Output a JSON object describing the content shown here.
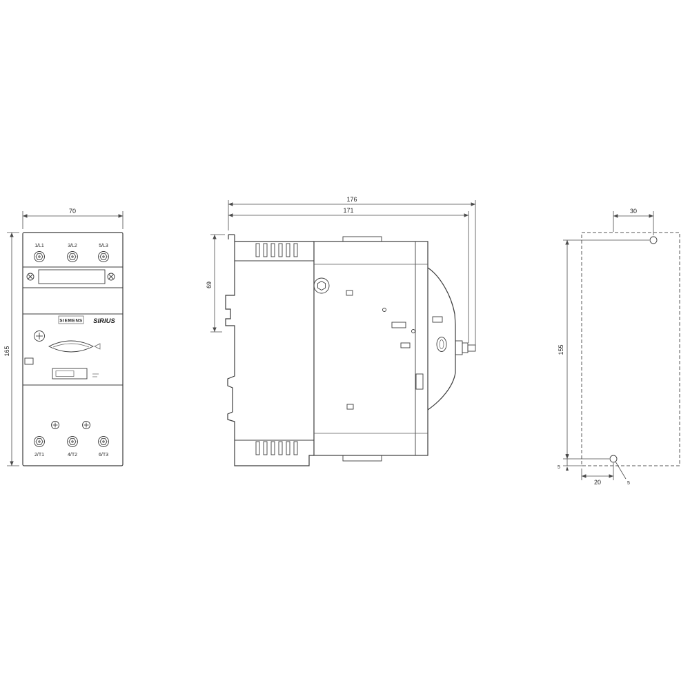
{
  "drawing": {
    "front_view": {
      "dim_width": "70",
      "dim_height": "165",
      "terminals_top": [
        "1/L1",
        "3/L2",
        "5/L3"
      ],
      "terminals_bottom": [
        "2/T1",
        "4/T2",
        "6/T3"
      ],
      "brand": "SIEMENS",
      "series": "SIRIUS"
    },
    "side_view": {
      "dim_depth_total": "176",
      "dim_depth_body": "171",
      "dim_top_to_rail": "69"
    },
    "drilling_plan": {
      "dim_hole_offset_horizontal": "30",
      "dim_hole_spacing_vertical": "155",
      "dim_hole_to_edge_horizontal": "20",
      "dim_hole_to_edge_vertical": "5",
      "dim_hole_diameter": "5"
    },
    "colors": {
      "line": "#3b3b3b",
      "dimension": "#4a4a4a",
      "background": "#ffffff"
    }
  }
}
